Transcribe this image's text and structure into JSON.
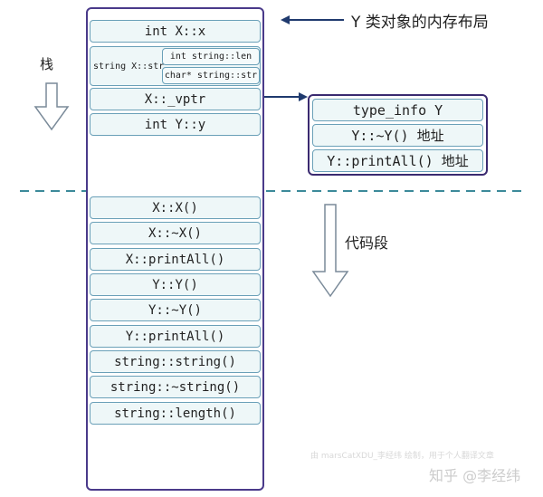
{
  "title": "Y 类对象的内存布局",
  "stack_label": "栈",
  "code_label": "代码段",
  "stack_cells": {
    "int_x": "int X::x",
    "string_x_str": "string X::str",
    "string_len": "int string::len",
    "string_str": "char* string::str",
    "vptr": "X::_vptr",
    "int_y": "int Y::y"
  },
  "type_info": [
    "type_info Y",
    "Y::~Y() 地址",
    "Y::printAll() 地址"
  ],
  "code_cells": [
    "X::X()",
    "X::~X()",
    "X::printAll()",
    "Y::Y()",
    "Y::~Y()",
    "Y::printAll()",
    "string::string()",
    "string::~string()",
    "string::length()"
  ],
  "watermark_small": "由 marsCatXDU_李经纬 绘制，用于个人翻译文章",
  "watermark_brand": "知乎 @李经纬",
  "colors": {
    "arrow": "#1f3a6e",
    "border": "#4a3a8a",
    "cell_fill": "#eef7f8",
    "cell_border": "#6aa0b8",
    "divider": "#3c8a9a"
  }
}
